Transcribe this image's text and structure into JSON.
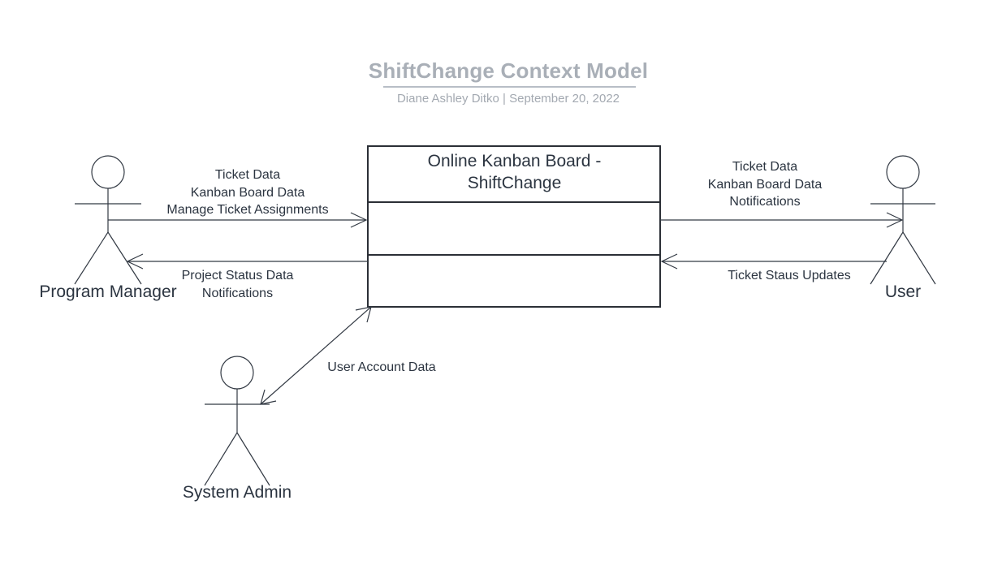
{
  "diagram": {
    "title": "ShiftChange Context Model",
    "subtitle": "Diane Ashley Ditko  |  September 20, 2022",
    "system": {
      "title_line1": "Online Kanban Board -",
      "title_line2": "ShiftChange"
    },
    "actors": {
      "program_manager": "Program Manager",
      "user": "User",
      "system_admin": "System Admin"
    },
    "flows": {
      "pm_to_system": [
        "Ticket Data",
        "Kanban Board Data",
        "Manage Ticket Assignments"
      ],
      "system_to_pm": [
        "Project Status Data",
        "Notifications"
      ],
      "system_to_user": [
        "Ticket Data",
        "Kanban Board Data",
        "Notifications"
      ],
      "user_to_system": [
        "Ticket Staus Updates"
      ],
      "admin_system": [
        "User Account Data"
      ]
    }
  }
}
